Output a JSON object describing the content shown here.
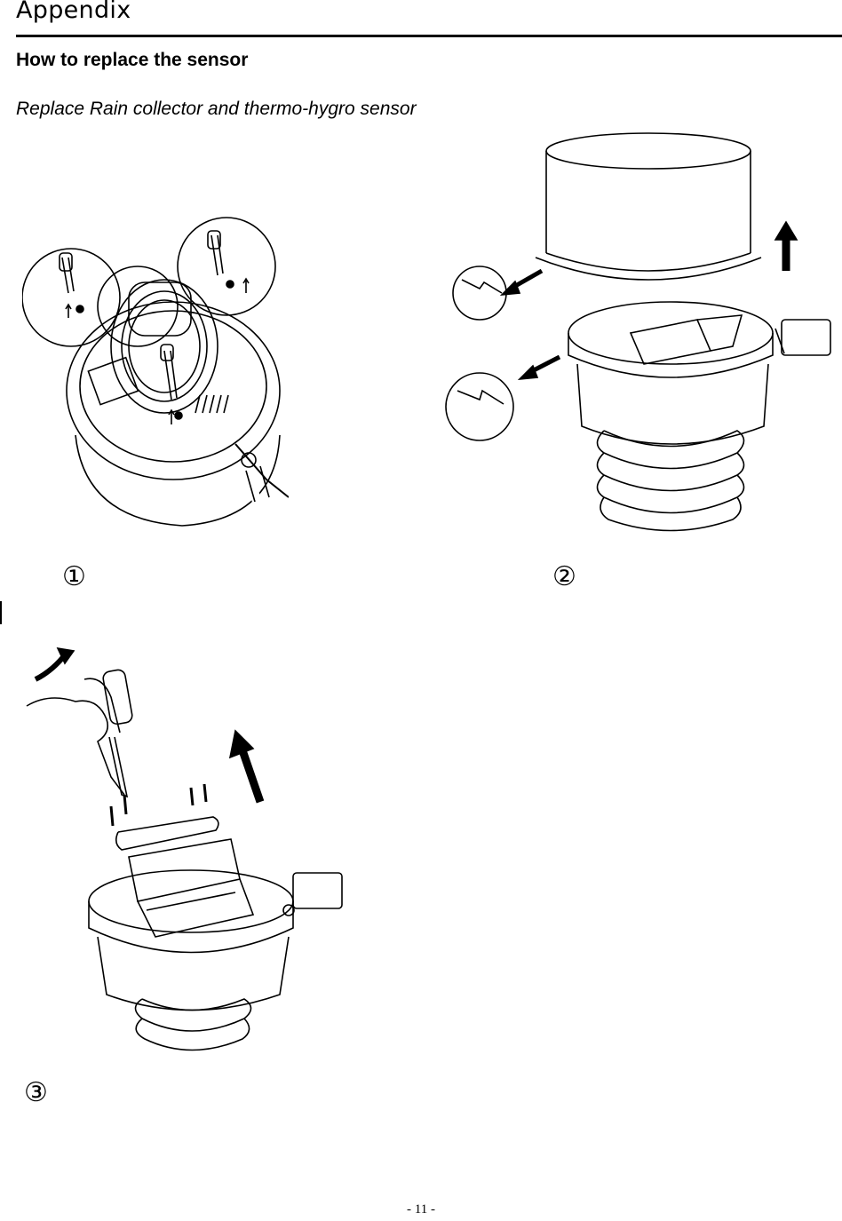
{
  "header": {
    "title": "Appendix"
  },
  "section": {
    "title": "How to replace the sensor",
    "subtitle": "Replace Rain collector and thermo-hygro sensor"
  },
  "figures": [
    {
      "step": "①",
      "icon": "sensor-top-screws-illustration"
    },
    {
      "step": "②",
      "icon": "rain-collector-removal-illustration"
    },
    {
      "step": "③",
      "icon": "thermo-hygro-sensor-unscrew-illustration"
    }
  ],
  "footer": {
    "page_number": "- 11 -"
  }
}
